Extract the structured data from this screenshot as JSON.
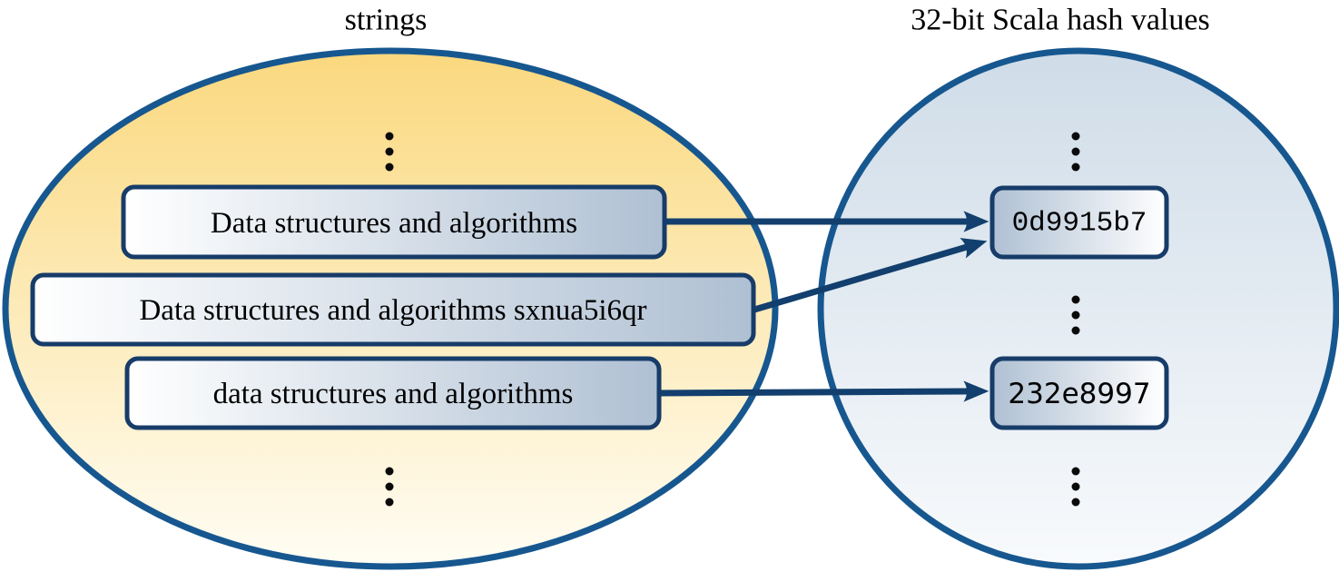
{
  "titles": {
    "left": "strings",
    "right": "32-bit Scala hash values"
  },
  "strings": [
    "Data structures and algorithms",
    "Data structures and algorithms sxnua5i6qr",
    "data structures and algorithms"
  ],
  "hashes": [
    "0d9915b7",
    "232e8997"
  ],
  "mappings": [
    {
      "from": "Data structures and algorithms",
      "to": "0d9915b7"
    },
    {
      "from": "Data structures and algorithms sxnua5i6qr",
      "to": "0d9915b7"
    },
    {
      "from": "data structures and algorithms",
      "to": "232e8997"
    }
  ],
  "colors": {
    "set_border": "#17578F",
    "arrow": "#123F6D",
    "box_border": "#173C69",
    "ellipse_top": "#FAD87E",
    "ellipse_bottom": "#FFFDF4",
    "circle_top": "#CFDCE8",
    "circle_bottom": "#F8FAFC",
    "box_blue": "#AFC0D3",
    "box_white": "#FFFFFF",
    "dot": "#0A0A0A",
    "text": "#000000"
  }
}
